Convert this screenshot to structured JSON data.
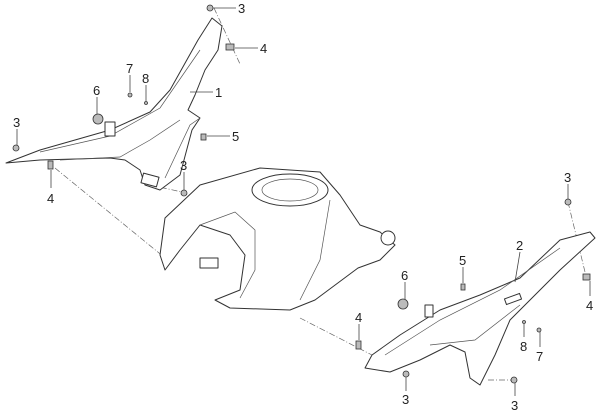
{
  "diagram": {
    "title": "Exploded parts view - fuel tank side covers",
    "callouts": [
      "3",
      "4",
      "7",
      "8",
      "6",
      "1",
      "3",
      "5",
      "3",
      "4",
      "3",
      "2",
      "5",
      "6",
      "4",
      "4",
      "8",
      "7",
      "3",
      "3"
    ]
  }
}
